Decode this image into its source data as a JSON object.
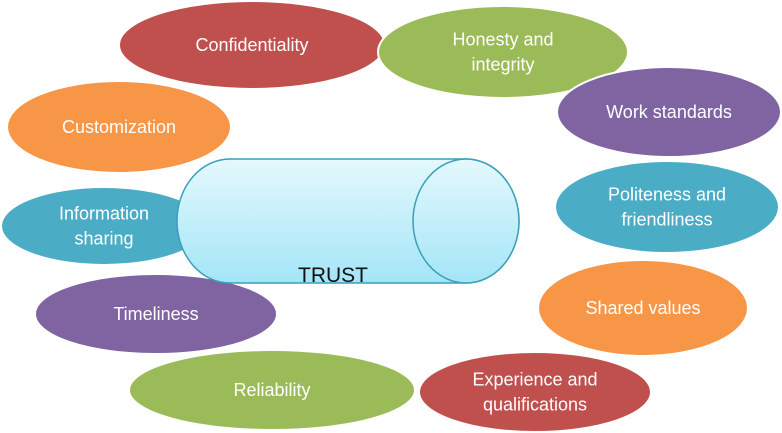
{
  "diagram": {
    "center": {
      "label": "TRUST",
      "shape": "cylinder",
      "fill_top": "#e2f8fd",
      "fill_bottom": "#a6e6f7",
      "stroke": "#3a9fb8"
    },
    "colors": {
      "red": "#c0504d",
      "green": "#9bbb59",
      "purple": "#8064a2",
      "teal": "#4bacc6",
      "orange": "#f79646"
    },
    "factors": [
      {
        "id": "confidentiality",
        "lines": [
          "Confidentiality"
        ],
        "color": "#c0504d"
      },
      {
        "id": "honesty",
        "lines": [
          "Honesty and",
          "integrity"
        ],
        "color": "#9bbb59"
      },
      {
        "id": "work-standards",
        "lines": [
          "Work standards"
        ],
        "color": "#8064a2"
      },
      {
        "id": "politeness",
        "lines": [
          "Politeness and",
          "friendliness"
        ],
        "color": "#4bacc6"
      },
      {
        "id": "shared-values",
        "lines": [
          "Shared values"
        ],
        "color": "#f79646"
      },
      {
        "id": "experience",
        "lines": [
          "Experience and",
          "qualifications"
        ],
        "color": "#c0504d"
      },
      {
        "id": "reliability",
        "lines": [
          "Reliability"
        ],
        "color": "#9bbb59"
      },
      {
        "id": "timeliness",
        "lines": [
          "Timeliness"
        ],
        "color": "#8064a2"
      },
      {
        "id": "information-sharing",
        "lines": [
          "Information",
          "sharing"
        ],
        "color": "#4bacc6"
      },
      {
        "id": "customization",
        "lines": [
          "Customization"
        ],
        "color": "#f79646"
      }
    ]
  }
}
